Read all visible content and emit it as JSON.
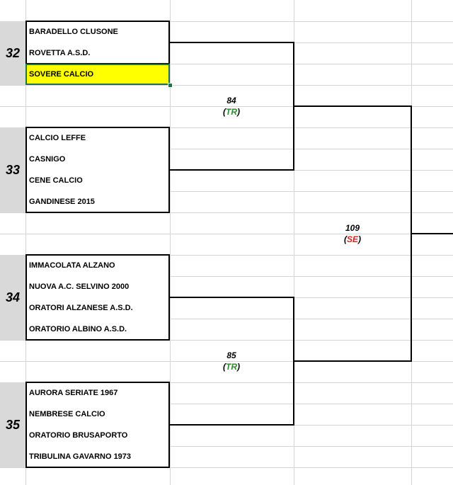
{
  "groups": [
    {
      "number": "32",
      "teams": [
        "BARADELLO CLUSONE",
        "ROVETTA A.S.D.",
        "SOVERE CALCIO"
      ]
    },
    {
      "number": "33",
      "teams": [
        "CALCIO LEFFE",
        "CASNIGO",
        "CENE CALCIO",
        "GANDINESE 2015"
      ]
    },
    {
      "number": "34",
      "teams": [
        "IMMACOLATA ALZANO",
        "NUOVA A.C. SELVINO 2000",
        "ORATORI ALZANESE A.S.D.",
        "ORATORIO ALBINO A.S.D."
      ]
    },
    {
      "number": "35",
      "teams": [
        "AURORA SERIATE 1967",
        "NEMBRESE CALCIO",
        "ORATORIO BRUSAPORTO",
        "TRIBULINA GAVARNO 1973"
      ]
    }
  ],
  "matches": [
    {
      "number": "84",
      "code": "TR",
      "open": "(",
      "close": ")"
    },
    {
      "number": "85",
      "code": "TR",
      "open": "(",
      "close": ")"
    },
    {
      "number": "109",
      "code": "SE",
      "open": "(",
      "close": ")"
    }
  ],
  "selected_cell": "SOVERE CALCIO",
  "colors": {
    "selected_fill": "#ffff00",
    "selection_border": "#217346",
    "group_number_fill": "#d9d9d9",
    "code_TR": "#2e8b2e",
    "code_SE": "#e02020",
    "gridline": "#d4d4d4"
  }
}
